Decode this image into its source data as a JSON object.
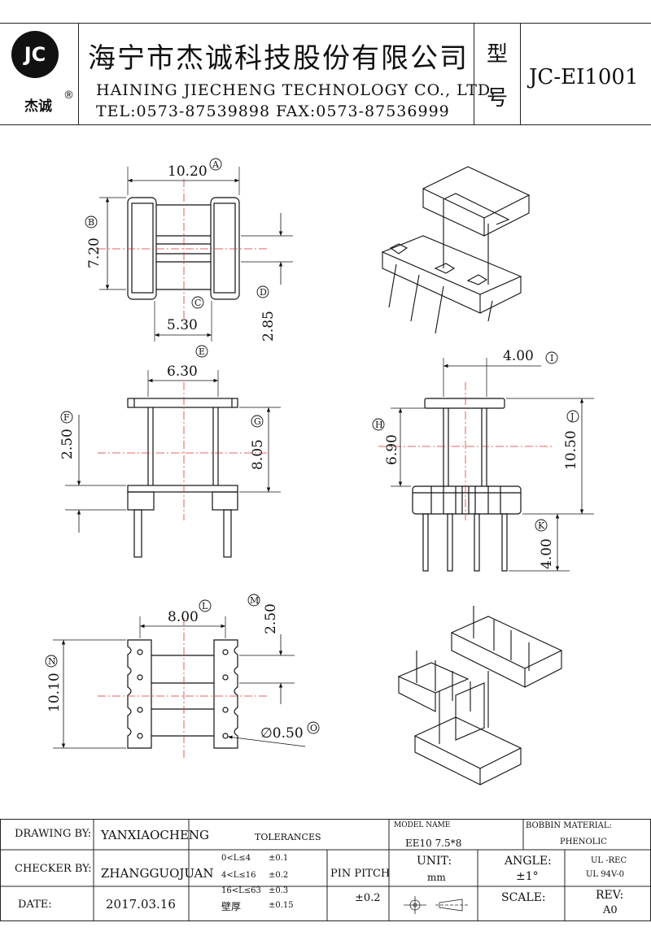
{
  "header": {
    "logo_text": "JC",
    "logo_subtitle": "杰诚",
    "registered_mark": "®",
    "company_cn": "海宁市杰诚科技股份有限公司",
    "company_en": "HAINING JIECHENG TECHNOLOGY CO., LTD.",
    "contact": "TEL:0573-87539898  FAX:0573-87536999",
    "model_label_1": "型",
    "model_label_2": "号",
    "model_code": "JC-EI1001"
  },
  "dimensions": {
    "A": {
      "value": "10.20",
      "tag": "A"
    },
    "B": {
      "value": "7.20",
      "tag": "B"
    },
    "C": {
      "value": "5.30",
      "tag": "C"
    },
    "D": {
      "value": "2.85",
      "tag": "D"
    },
    "E": {
      "value": "6.30",
      "tag": "E"
    },
    "F": {
      "value": "2.50",
      "tag": "F"
    },
    "G": {
      "value": "8.05",
      "tag": "G"
    },
    "H": {
      "value": "6.90",
      "tag": "H"
    },
    "I": {
      "value": "4.00",
      "tag": "I"
    },
    "J": {
      "value": "10.50",
      "tag": "J"
    },
    "K": {
      "value": "4.00",
      "tag": "K"
    },
    "L": {
      "value": "8.00",
      "tag": "L"
    },
    "M": {
      "value": "2.50",
      "tag": "M"
    },
    "N": {
      "value": "10.10",
      "tag": "N"
    },
    "O": {
      "value": "∅0.50",
      "tag": "O"
    }
  },
  "title_block": {
    "drawing_by_label": "DRAWING  BY:",
    "drawing_by": "YANXIAOCHENG",
    "checker_by_label": "CHECKER  BY:",
    "checker_by": "ZHANGGUOJUAN",
    "date_label": "DATE:",
    "date": "2017.03.16",
    "tolerances_label": "TOLERANCES",
    "tol_rows": [
      {
        "range": "0<L≤4",
        "tol": "±0.1"
      },
      {
        "range": "4<L≤16",
        "tol": "±0.2"
      },
      {
        "range": "16<L≤63",
        "tol": "±0.3"
      },
      {
        "range": "壁厚",
        "tol": "±0.15"
      }
    ],
    "pin_pitch_label": "PIN PITCH",
    "pin_pitch_tol": "±0.2",
    "model_name_label": "MODEL NAME",
    "model_name": "EE10  7.5*8",
    "bobbin_material_label": "BOBBIN MATERIAL:",
    "bobbin_material": "PHENOLIC",
    "unit_label": "UNIT:",
    "unit": "mm",
    "angle_label": "ANGLE:",
    "angle": "±1°",
    "ul_1": "UL -REC",
    "ul_2": "UL  94V-0",
    "scale_label": "SCALE:",
    "rev_label": "REV:",
    "rev": "A0"
  }
}
